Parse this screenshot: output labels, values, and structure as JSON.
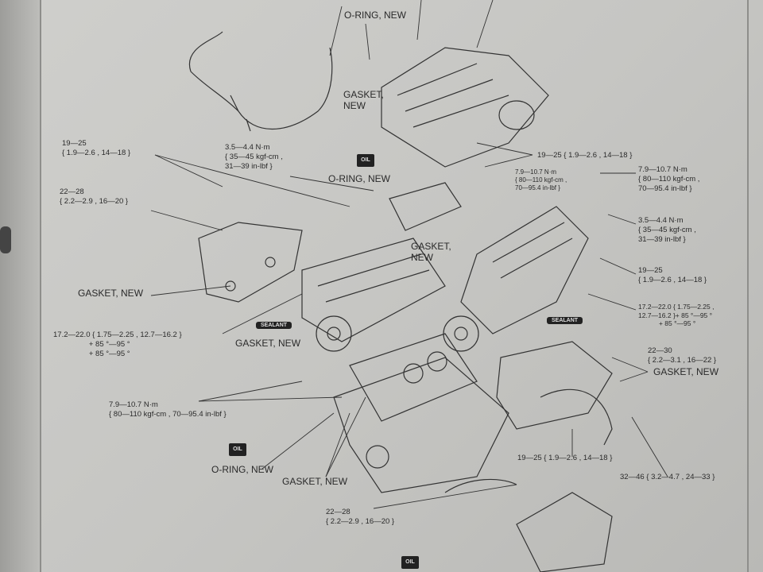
{
  "labels": {
    "oring_top": "O-RING, NEW",
    "gasket_top": "GASKET,\nNEW",
    "torque_3544_left": "3.5—4.4 N·m\n{ 35—45 kgf-cm ,\n31—39 in-lbf }",
    "oring_mid": "O-RING, NEW",
    "torque_1925_left": "19—25\n{ 1.9—2.6 , 14—18 }",
    "torque_2228_left": "22—28\n{ 2.2—2.9 , 16—20 }",
    "torque_1925_top_right": "19—25 { 1.9—2.6 , 14—18 }",
    "torque_79_mid": "7.9—10.7 N·m\n{ 80—110 kgf-cm ,\n70—95.4 in-lbf }",
    "torque_79_right": "7.9—10.7 N·m\n{ 80—110 kgf-cm ,\n70—95.4 in-lbf }",
    "torque_3544_right": "3.5—4.4 N·m\n{ 35—45 kgf-cm ,\n31—39 in-lbf }",
    "torque_1925_right": "19—25\n{ 1.9—2.6 , 14—18 }",
    "torque_172_right": "17.2—22.0 { 1.75—2.25 ,\n12.7—16.2 }+ 85 °—95 °\n           + 85 °—95 °",
    "torque_2230_right": "22—30\n{ 2.2—3.1 , 16—22 }",
    "gasket_right": "GASKET, NEW",
    "gasket_center": "GASKET,\nNEW",
    "gasket_left": "GASKET, NEW",
    "torque_172_left": "17.2—22.0 { 1.75—2.25 , 12.7—16.2 }\n                 + 85 °—95 °\n                 + 85 °—95 °",
    "gasket_sealant_left": "GASKET, NEW",
    "torque_79_left": "7.9—10.7 N·m\n{ 80—110 kgf-cm , 70—95.4 in-lbf }",
    "oring_bottom": "O-RING, NEW",
    "gasket_bottom": "GASKET, NEW",
    "torque_1925_bottom": "19—25 { 1.9—2.6 , 14—18 }",
    "torque_3246_bottom": "32—46 { 3.2—4.7 , 24—33 }",
    "torque_2228_bottom": "22—28\n{ 2.2—2.9 , 16—20 }"
  },
  "badges": {
    "sealant": "SEALANT",
    "oil": "OIL"
  }
}
